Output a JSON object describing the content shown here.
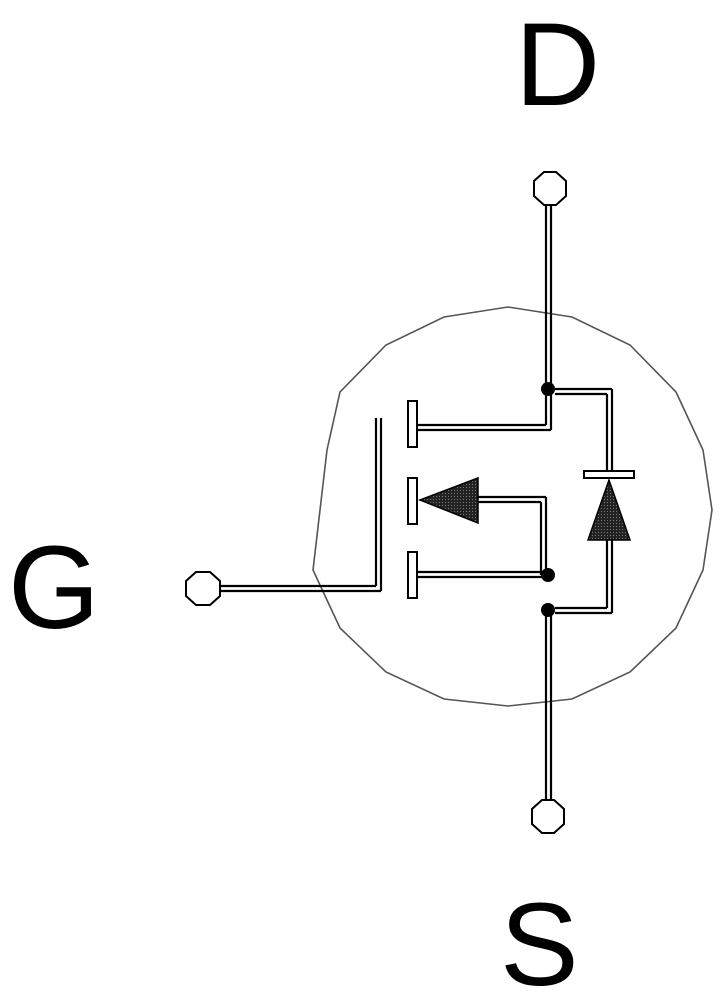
{
  "diagram": {
    "labels": {
      "drain": "D",
      "gate": "G",
      "source": "S"
    },
    "colors": {
      "line": "#000000",
      "envelope": "#555555",
      "background": "#ffffff"
    },
    "icons": {
      "transistor": "n-channel-mosfet-symbol",
      "body_diode": "diode-icon"
    }
  }
}
